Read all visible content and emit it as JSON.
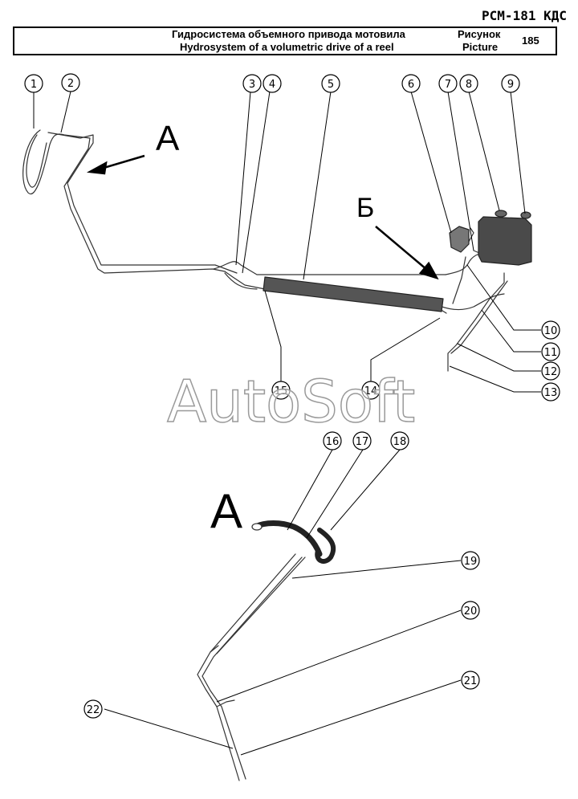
{
  "header": {
    "doc_code": "РСМ-181 КДС",
    "title_ru": "Гидросистема объемного привода мотовила",
    "title_en": "Hydrosystem of a volumetric drive of a reel",
    "figure_label_ru": "Рисунок",
    "figure_label_en": "Picture",
    "figure_number": "185"
  },
  "watermark": "AutoSoft",
  "views": {
    "view_a_top": "А",
    "view_b": "Б",
    "view_a_bottom": "А"
  },
  "callouts": [
    "1",
    "2",
    "3",
    "4",
    "5",
    "6",
    "7",
    "8",
    "9",
    "10",
    "11",
    "12",
    "13",
    "14",
    "15",
    "16",
    "17",
    "18",
    "19",
    "20",
    "21",
    "22"
  ]
}
